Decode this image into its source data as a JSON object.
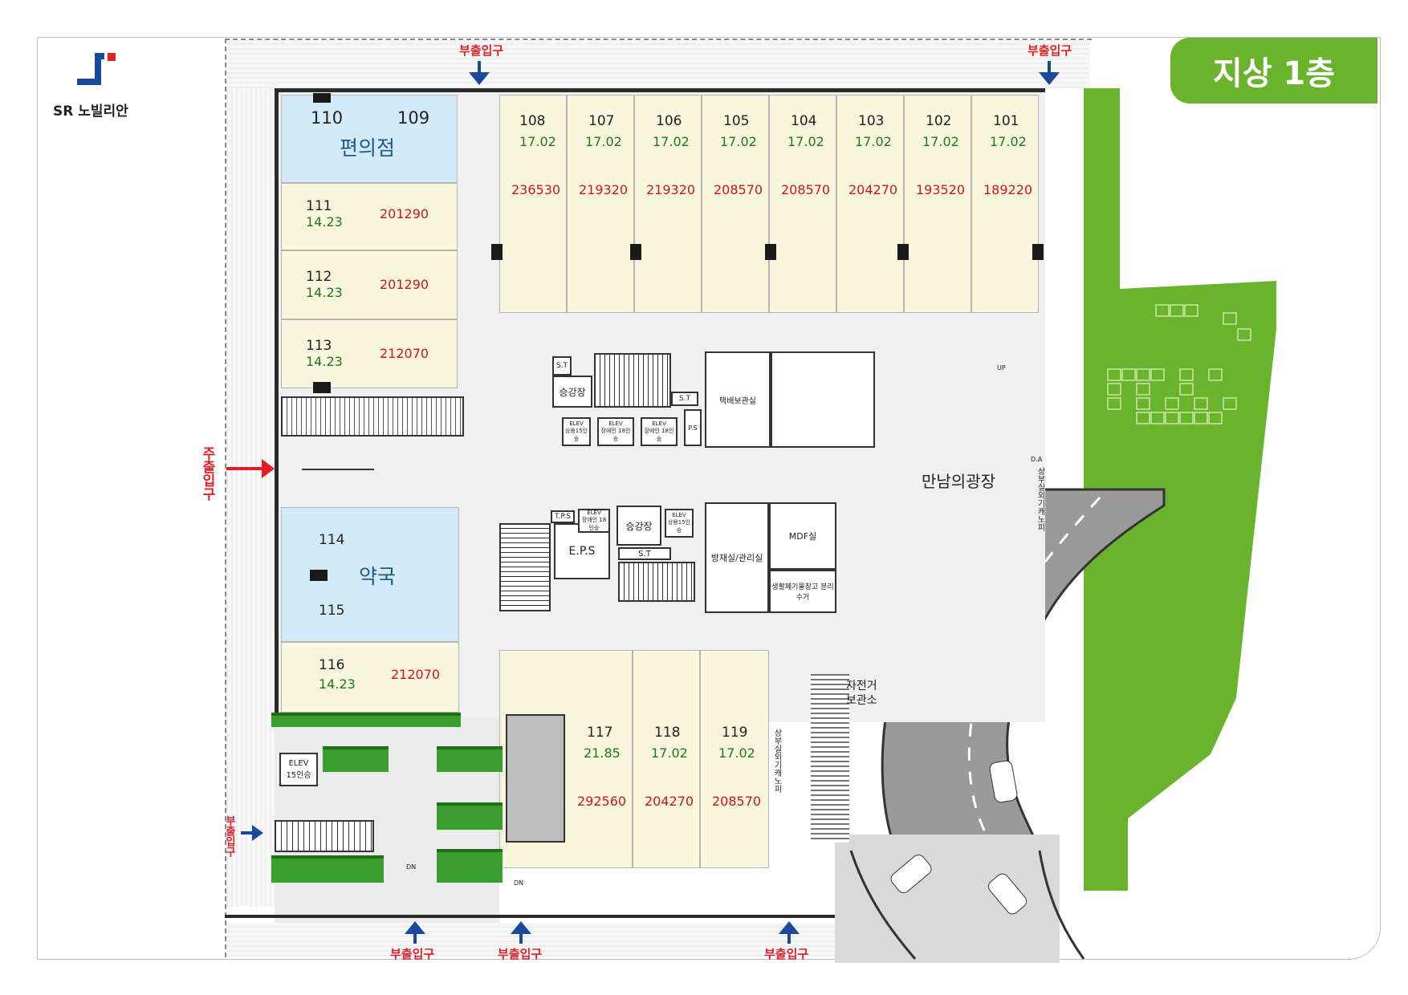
{
  "brand": {
    "name": "SR 노빌리안",
    "accent": "#e41e26",
    "primary": "#1b4a9c"
  },
  "floor_badge": {
    "label": "지상 1층",
    "color": "#6ab42d"
  },
  "top_units": [
    {
      "num": "108",
      "area": "17.02",
      "price": "236530"
    },
    {
      "num": "107",
      "area": "17.02",
      "price": "219320"
    },
    {
      "num": "106",
      "area": "17.02",
      "price": "219320"
    },
    {
      "num": "105",
      "area": "17.02",
      "price": "208570"
    },
    {
      "num": "104",
      "area": "17.02",
      "price": "208570"
    },
    {
      "num": "103",
      "area": "17.02",
      "price": "204270"
    },
    {
      "num": "102",
      "area": "17.02",
      "price": "193520"
    },
    {
      "num": "101",
      "area": "17.02",
      "price": "189220"
    }
  ],
  "convenience": {
    "num_a": "110",
    "num_b": "109",
    "title": "편의점"
  },
  "left_units": [
    {
      "num": "111",
      "area": "14.23",
      "price": "201290"
    },
    {
      "num": "112",
      "area": "14.23",
      "price": "201290"
    },
    {
      "num": "113",
      "area": "14.23",
      "price": "212070"
    }
  ],
  "pharmacy": {
    "num_a": "114",
    "num_b": "115",
    "title": "약국"
  },
  "unit_116": {
    "num": "116",
    "area": "14.23",
    "price": "212070"
  },
  "bottom_units": [
    {
      "num": "117",
      "area": "21.85",
      "price": "292560"
    },
    {
      "num": "118",
      "area": "17.02",
      "price": "204270"
    },
    {
      "num": "119",
      "area": "17.02",
      "price": "208570"
    }
  ],
  "entrances": {
    "sub": "부출입구",
    "main": "주출입구"
  },
  "rooms": {
    "st": "S.T",
    "st2": "S.T",
    "st3": "S.T",
    "lobby1": "승강장",
    "lobby2": "승강장",
    "elev_a": "ELEV",
    "elev_a_sub": "상용15인승",
    "elev_b": "ELEV",
    "elev_b_sub": "장애인 18인승",
    "elev_c": "ELEV",
    "elev_c_sub": "장애인 18인승",
    "ps": "P.S",
    "delivery": "택배보관실",
    "plaza": "만남의광장",
    "da": "D.A",
    "canopy": "상부실외기캐노피",
    "tps": "T.P.S",
    "eps": "E.P.S",
    "elev_d": "ELEV",
    "elev_d_sub": "장애인 18인승",
    "elev_e": "ELEV",
    "elev_e_sub": "상용15인승",
    "disaster": "방재실/관리실",
    "mdf": "MDF실",
    "waste": "생활폐기물창고 분리수거",
    "bicycle": "자전거 보관소",
    "canopy2": "상부실외기캐노피",
    "elev_f": "ELEV",
    "elev_f_sub": "15인승",
    "up": "UP",
    "dn": "DN"
  }
}
